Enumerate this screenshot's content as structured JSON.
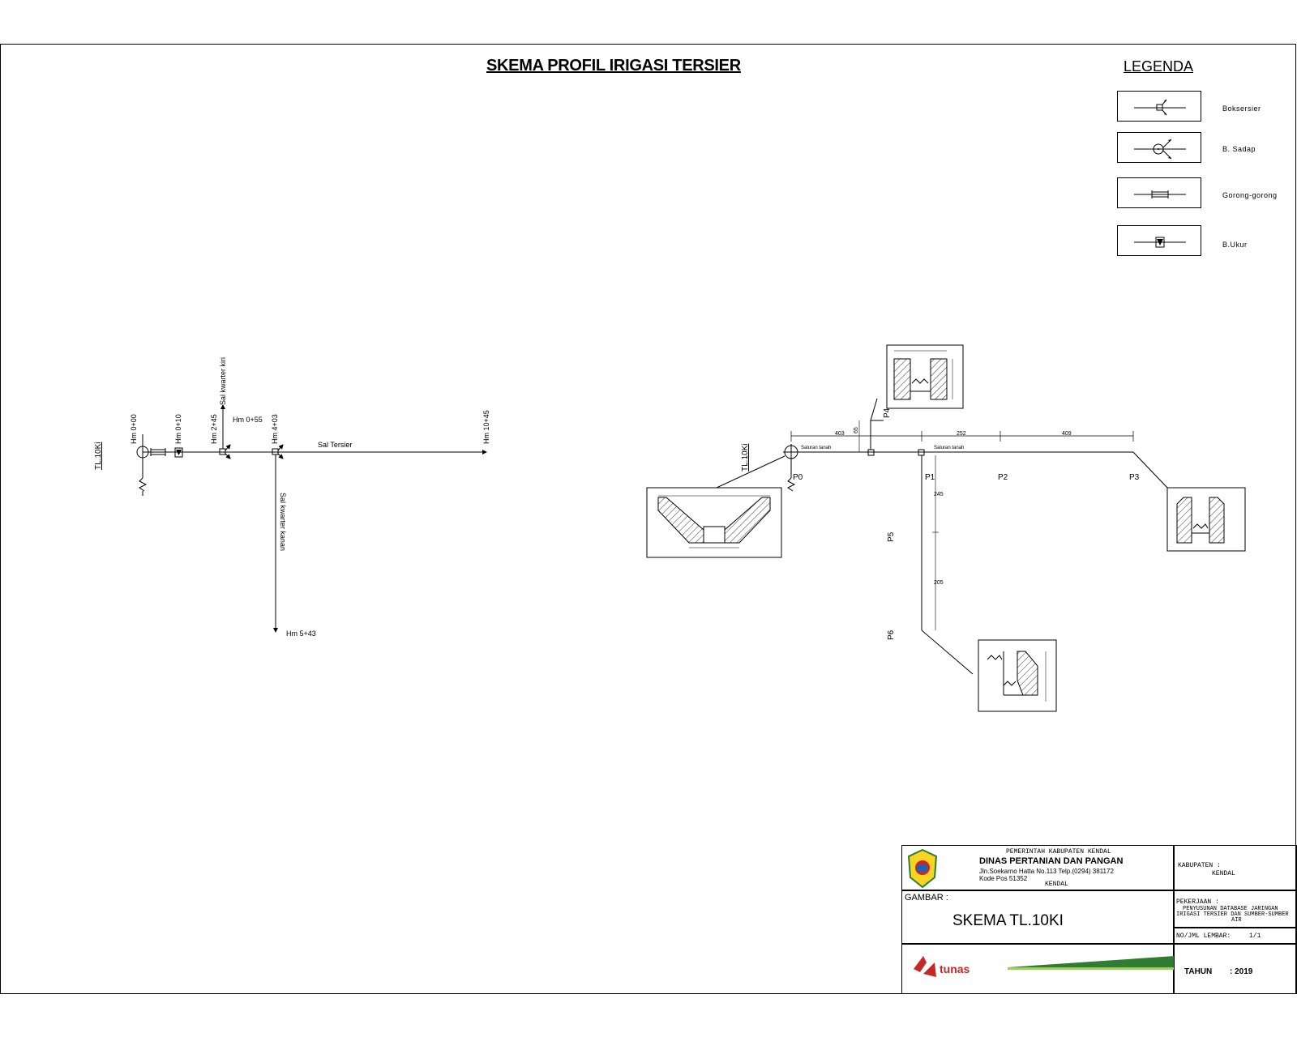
{
  "title": "SKEMA PROFIL IRIGASI TERSIER",
  "legend": {
    "title": "LEGENDA",
    "items": [
      {
        "label": "Boksersier",
        "icon": "box-tersier-symbol"
      },
      {
        "label": "B. Sadap",
        "icon": "sadap-structure-symbol"
      },
      {
        "label": "Gorong-gorong",
        "icon": "culvert-symbol"
      },
      {
        "label": "B.Ukur",
        "icon": "measuring-structure-symbol"
      }
    ]
  },
  "left_schema": {
    "code": "TL.10Ki",
    "stations": [
      "Hm 0+00",
      "Hm 0+10",
      "Hm 2+45",
      "Hm 0+55",
      "Hm 4+03",
      "Hm 10+45",
      "Hm 5+43"
    ],
    "sal_kwarter_kiri": "Sal kwarter kiri",
    "sal_tersier": "Sal Tersier",
    "sal_kwarter_kanan": "Sal kwarter kanan"
  },
  "right_schema": {
    "code": "TL.10Ki",
    "points": [
      "P0",
      "P1",
      "P2",
      "P3",
      "P4",
      "P5",
      "P6"
    ],
    "distances": [
      "403",
      "252",
      "409",
      "65",
      "245",
      "205"
    ],
    "segment_note": "Saluran tanah"
  },
  "title_block": {
    "gov": "PEMERINTAH KABUPATEN KENDAL",
    "agency": "DINAS PERTANIAN DAN PANGAN",
    "address": "Jln.Soekarno Hatta No.113 Telp.(0294) 381172",
    "postal": "Kode Pos 51352",
    "city": "KENDAL",
    "kabupaten_label": "KABUPATEN :",
    "kabupaten_value": "KENDAL",
    "gambar_label": "GAMBAR :",
    "gambar_value": "SKEMA  TL.10KI",
    "pekerjaan_label": "PEKERJAAN :",
    "pekerjaan_value_1": "PENYUSUNAN DATABASE JARINGAN",
    "pekerjaan_value_2": "IRIGASI TERSIER DAN SUMBER-SUMBER",
    "pekerjaan_value_3": "AIR",
    "lembar_label": "NO/JML LEMBAR:",
    "lembar_value": "1/1",
    "tahun_label": "TAHUN",
    "tahun_value": ": 2019",
    "logo_text": "tunas",
    "accent_green": "#2e7d32",
    "accent_red": "#c62828"
  }
}
